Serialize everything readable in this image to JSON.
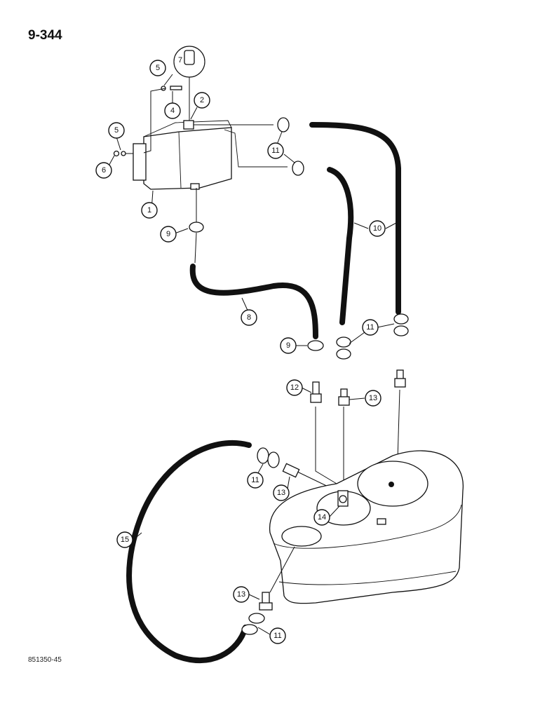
{
  "page": {
    "number": "9-344",
    "drawing_code": "851350-45"
  },
  "callouts": [
    "1",
    "2",
    "4",
    "5",
    "5",
    "6",
    "7",
    "8",
    "9",
    "9",
    "10",
    "11",
    "11",
    "11",
    "11",
    "11",
    "12",
    "13",
    "13",
    "13",
    "14",
    "15"
  ]
}
